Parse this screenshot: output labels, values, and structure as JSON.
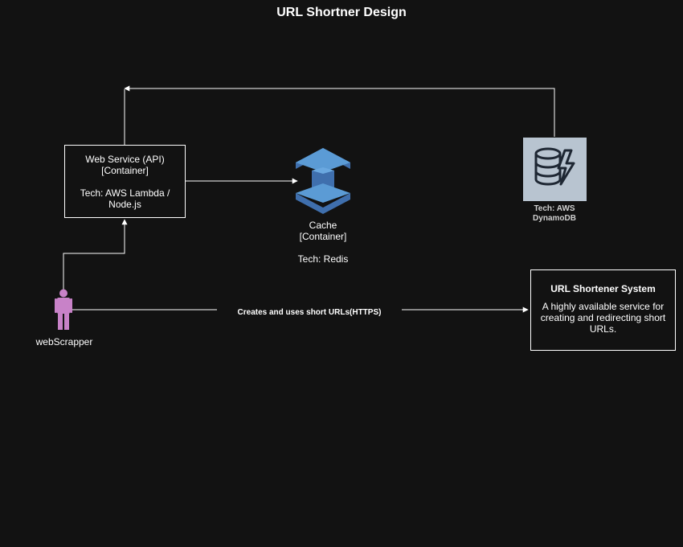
{
  "diagram": {
    "title": "URL Shortner Design",
    "web_service": {
      "name": "Web Service (API)",
      "kind": "[Container]",
      "tech": "Tech: AWS Lambda / Node.js"
    },
    "cache": {
      "name": "Cache",
      "kind": "[Container]",
      "tech": "Tech: Redis",
      "icon": "elasticache-icon"
    },
    "dynamodb": {
      "tech_line1": "Tech: AWS",
      "tech_line2": "DynamoDB",
      "icon": "dynamodb-icon"
    },
    "system": {
      "name": "URL Shortener System",
      "description": "A highly available service for creating and redirecting short URLs."
    },
    "actor": {
      "name": "webScrapper",
      "icon": "person-icon"
    },
    "edge_label": "Creates and uses short URLs(HTTPS)",
    "colors": {
      "background": "#121212",
      "stroke": "#ffffff",
      "person": "#c882c8",
      "cache_light": "#5b9bd5",
      "cache_dark": "#3f6fad",
      "dynamodb_bg": "#b8c4d0"
    }
  }
}
